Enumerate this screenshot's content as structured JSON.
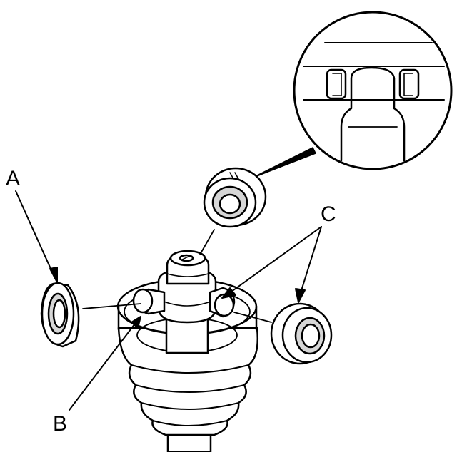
{
  "callouts": {
    "a": "A",
    "b": "B",
    "c": "C"
  },
  "colors": {
    "line": "#000000",
    "background": "#ffffff",
    "shade": "#d6d6d6"
  }
}
